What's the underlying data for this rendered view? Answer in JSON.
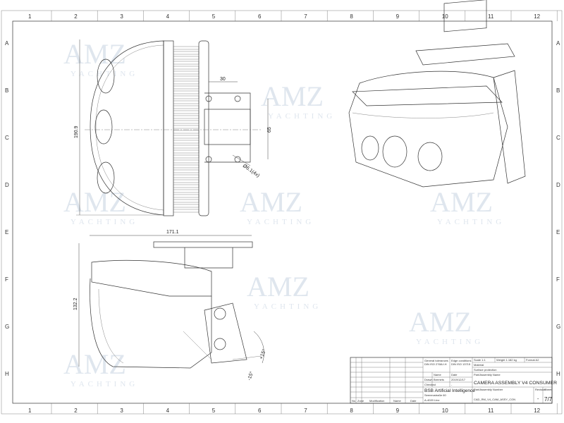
{
  "border": {
    "columns": [
      "1",
      "2",
      "3",
      "4",
      "5",
      "6",
      "7",
      "8",
      "9",
      "10",
      "11",
      "12"
    ],
    "rows": [
      "A",
      "B",
      "C",
      "D",
      "E",
      "F",
      "G",
      "H"
    ]
  },
  "watermark": {
    "logo": "AMZ",
    "tagline": "YACHTING"
  },
  "dimensions": {
    "width_30": "30",
    "height_65": "65",
    "hole": "Ø6.1(4x)",
    "height_190": "190.9",
    "width_171": "171.1",
    "height_132": "132.2",
    "angle_pos": "+15°",
    "angle_neg": "-15°"
  },
  "title_block": {
    "general_tolerances": "General tolerances",
    "general_tolerances_std": "DIN ISO 2768-f-H",
    "edge_conditions": "Edge conditions",
    "edge_conditions_std": "DIN ISO 13715",
    "scale": "Scale 1:1",
    "weight": "Weight 1.182 kg",
    "format": "Format A2",
    "material": "Material",
    "surface": "Surface protection",
    "name_hdr": "Name",
    "date_hdr": "Date",
    "drawn": "Drawn",
    "drawn_name": "Bremets",
    "drawn_date": "2019/12/17",
    "checked": "Checked",
    "checked_name": "-",
    "checked_date": "-",
    "part_name_label": "Part/Assembly Name",
    "part_name": "CAMERA ASSEMBLY V4 CONSUMER",
    "company": "BSB Artificial Intelligence",
    "address1": "Seeneustraße 60",
    "address2": "A-4020 Linz",
    "part_number_label": "Part/Assembly Number",
    "part_number": "CAD_RM_V4_CAM_ASSY_CON",
    "revision_label": "Revision",
    "revision": "-",
    "sheet_label": "Sheet",
    "sheet": "7/7",
    "rev_cols": [
      "No.",
      "Zone",
      "Modification",
      "Name",
      "Date"
    ]
  }
}
